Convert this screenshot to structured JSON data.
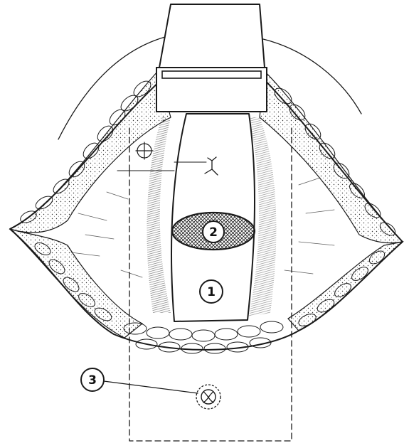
{
  "figure": {
    "markers": [
      {
        "id": "marker-1",
        "label": "1"
      },
      {
        "id": "marker-2",
        "label": "2"
      },
      {
        "id": "marker-3",
        "label": "3"
      }
    ],
    "colors": {
      "ink": "#1a1a1a",
      "paper": "#ffffff",
      "marker_fill": "#ffffff"
    }
  }
}
